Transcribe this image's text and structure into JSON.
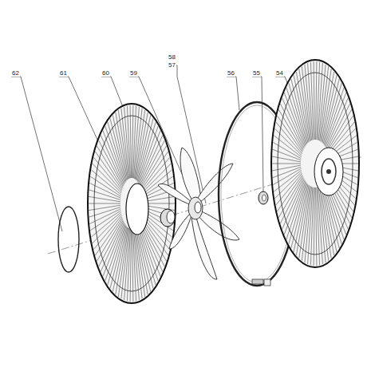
{
  "diagram": {
    "labels": [
      "62",
      "61",
      "60",
      "59",
      "58",
      "57",
      "56",
      "55",
      "54"
    ]
  }
}
